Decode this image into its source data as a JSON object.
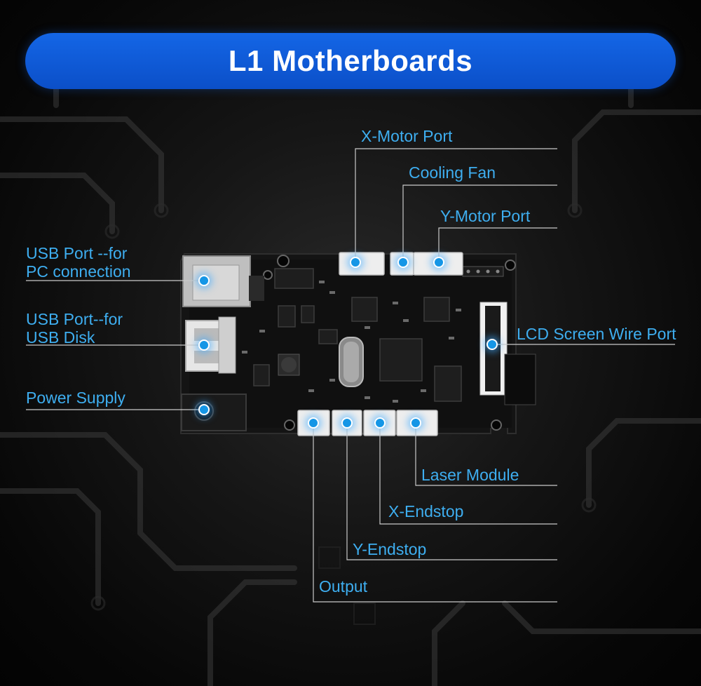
{
  "title": "L1 Motherboards",
  "callouts": {
    "x_motor_port": "X-Motor Port",
    "cooling_fan": "Cooling Fan",
    "y_motor_port": "Y-Motor Port",
    "usb_pc_line1": "USB Port --for",
    "usb_pc_line2": "PC connection",
    "usb_disk_line1": "USB Port--for",
    "usb_disk_line2": "USB Disk",
    "power_supply": "Power Supply",
    "lcd_screen_wire_port": "LCD Screen Wire Port",
    "laser_module": "Laser Module",
    "x_endstop": "X-Endstop",
    "y_endstop": "Y-Endstop",
    "output": "Output"
  },
  "colors": {
    "banner": "#0b4fc8",
    "title_text": "#ffffff",
    "label_text": "#3eaef0",
    "leader_line": "#c9c9c9",
    "marker": "#1596e6",
    "background": "#050505"
  }
}
